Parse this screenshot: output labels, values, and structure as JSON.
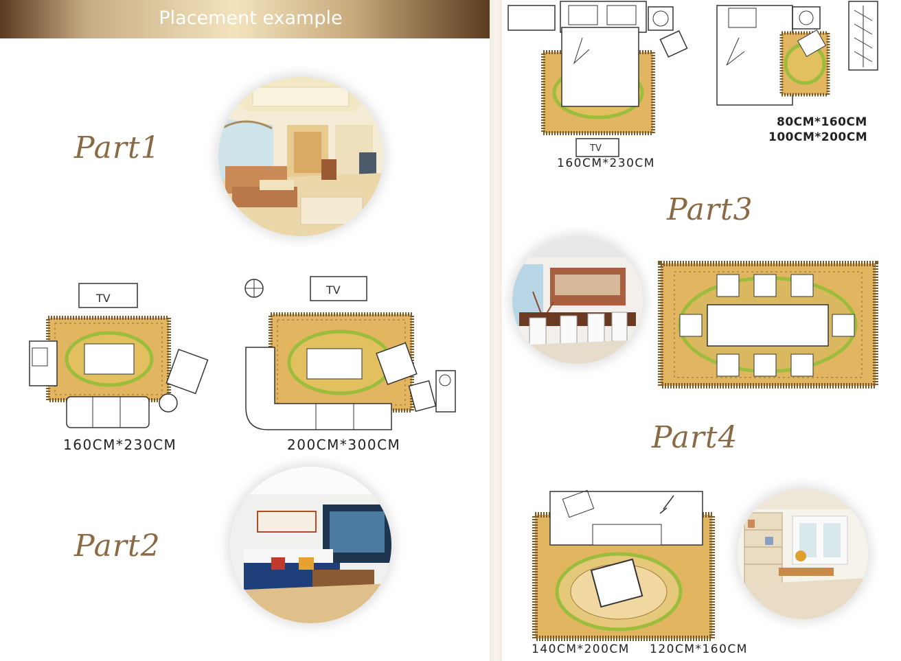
{
  "banner": {
    "title": "Placement example"
  },
  "parts": {
    "part1": "Part1",
    "part2": "Part2",
    "part3": "Part3",
    "part4": "Part4"
  },
  "sizes": {
    "living_small": "160CM*230CM",
    "living_large": "200CM*300CM",
    "bedroom_large": "160CM*230CM",
    "bedroom_small_a": "80CM*160CM",
    "bedroom_small_b": "100CM*200CM",
    "office_a": "140CM*200CM",
    "office_b": "120CM*160CM"
  },
  "tv_label": "TV",
  "colors": {
    "rug_base": "#e2b560",
    "rug_border": "#7a5a2c",
    "rug_green": "#9cbc3c",
    "part_text": "#8a6a44",
    "banner_dark": "#5a3a20",
    "banner_light": "#f3e3bd"
  }
}
